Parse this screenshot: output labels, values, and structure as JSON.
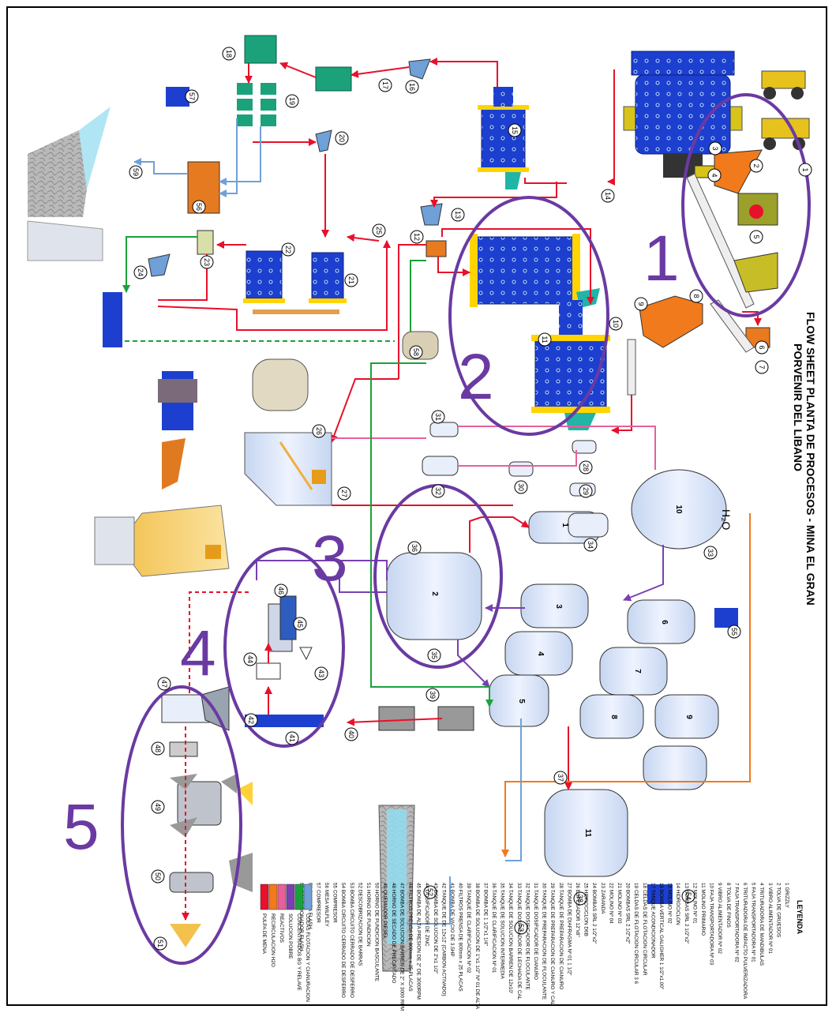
{
  "title": {
    "line1": "FLOW SHEET PLANTA DE PROCESOS - MINA EL GRAN",
    "line2": "PORVENIR DEL LIBANO"
  },
  "sections": [
    "1",
    "2",
    "3",
    "4",
    "5"
  ],
  "equipment_numbers": [
    "1",
    "2",
    "3",
    "4",
    "5",
    "6",
    "7",
    "8",
    "9",
    "10",
    "11",
    "12",
    "13",
    "14",
    "15",
    "16",
    "17",
    "18",
    "19",
    "20",
    "21",
    "22",
    "23",
    "24",
    "25",
    "26",
    "27",
    "28",
    "29",
    "30",
    "31",
    "32",
    "33",
    "34",
    "35",
    "36",
    "37",
    "38",
    "39",
    "40",
    "41",
    "42",
    "43",
    "44",
    "45",
    "46",
    "47",
    "48",
    "49",
    "50",
    "51",
    "52",
    "53",
    "54",
    "55",
    "56",
    "57",
    "58",
    "59"
  ],
  "tank_labels": [
    "10",
    "1",
    "2",
    "3",
    "4",
    "5",
    "6",
    "7",
    "8",
    "9",
    "11"
  ],
  "water_label": "H₂O",
  "legend": {
    "title": "LEYENDA",
    "items": [
      "1  GRIZZLY",
      "2  TOLVA DE GRUESOS",
      "3  VIBRO ALIMENTADOR Nº 01",
      "4  TRITURADORA DE MANDIBULAS",
      "5  FAJA TRANSPORTADORA Nº 01",
      "6  TRITURADORA DE IMPACTO PULVERIZADORA",
      "7  FAJA TRANSPORTADORA Nº 02",
      "8  TOLVA DE FINOS",
      "9  VIBRO ALIMENTADOR Nº 02",
      "10 FAJA TRANSPORTADORA Nº 03",
      "11 MOLINO PRIMARIO",
      "12 MOLINO Nº 01",
      "13 BOMBAS SRL 2 1/2\"x2\"",
      "14 HIDROCICLON",
      "15 MOLINO Nº 02",
      "16 BOMBA VERTICAL GALIGHER 1 1/2\"x1.00\"",
      "17 TANQUE ACONDICIONADOR",
      "18 CELDAS DE FLOTACION CIRCULAR",
      "19 CELDAS DE FLOTACION CIRCULAR 3 6",
      "20 BOMBAS SRL 2 1/2\"x2\"",
      "21 MOLINO Nº 03",
      "22 MOLINO Nº 04",
      "23 ZARANDA",
      "24 BOMBAS SRL 2 1/2\"x2\"",
      "25 HIDROCICLON D6B",
      "26 ESPESADOR 12\"x8\"",
      "27 BOMBA DE DIAFRAGMA Nº 01 1 1/2\"",
      "28 TANQUE DE PREPARACION DE CIANURO",
      "29 TANQUE DE PREPARACION DE CIANURO Y CAL",
      "30 TANQUE DE PREPARACION DE FLOCULANTE",
      "31 TANQUE DOSIFICADOR DE CIANURO",
      "32 TANQUE DOSIFICADOR DE FLOCULANTE",
      "33 TANQUE DOSIFICADOR DE LECHADA DE CAL",
      "34 TANQUE DE SOLUCION BARREN DE 12x10'",
      "35 TANQUE DE SOLUCION INTERMEDIA",
      "36 TANQUE DE CLARIFICACION Nº 01",
      "37 BOMBA DE 1 1/2\"x1 1/4\"",
      "38 BOMBA DE SOLUCION DE 1\"x1 1/2\" Nº 01 DE ALTA",
      "39 TANQUE DE CLARIFICACION Nº 02",
      "40 FILTROS PRENSA DE 800mm x 25 PLACAS",
      "41 BOMBA DE VACIO DE 3.5HP",
      "42 TANQUE DE DE 12x12' (CARBON ACTIVADO)",
      "43 BOMBA DE SOLUCION DE 2\"x1 1/2\"",
      "44 DOSIFICADOR DE ZINC",
      "45 BOMBA DE ALTA PRESION DE 2\" DE 3000RPM",
      "46 FILTROS PRENSA DE 800mm x 25 PLACAS",
      "47 BOMBA DE SOLUCION BARREN DE 2\" X 3000 RPM",
      "48 HORNO DE SECADO DE PRECIPITADO",
      "49 QUEMADOR DIESEL",
      "50 HORNO DE FUNDICION BASCULANTE",
      "51 HORNO DE FUNDICION",
      "52 DESCOBRIZACION DE BARRAS",
      "53 BOMBA CIRCUITO CERRADO DE DESFERRO",
      "54 BOMBA CIRCUITO CERRADO DE DESFERRO",
      "55 COMPRESOR",
      "56 MESA WILFLEY",
      "57 COMPRESOR",
      "58 CAMARA FLASH",
      "59 CONDICIONADOR FLASH"
    ],
    "colors": [
      {
        "name": "PULPA DE MENA",
        "hex": "#e8102a"
      },
      {
        "name": "RECIRCULACION H2O",
        "hex": "#f07a1c"
      },
      {
        "name": "REACTIVOS",
        "hex": "#e8609a"
      },
      {
        "name": "SOLUCION POBRE",
        "hex": "#7a3fb0"
      },
      {
        "name": "CONCENTRADOS BG Y RELAVE",
        "hex": "#1aa23a"
      },
      {
        "name": "COLAS FLOTACION Y CIANURACION",
        "hex": "#6fa0d8"
      }
    ]
  }
}
